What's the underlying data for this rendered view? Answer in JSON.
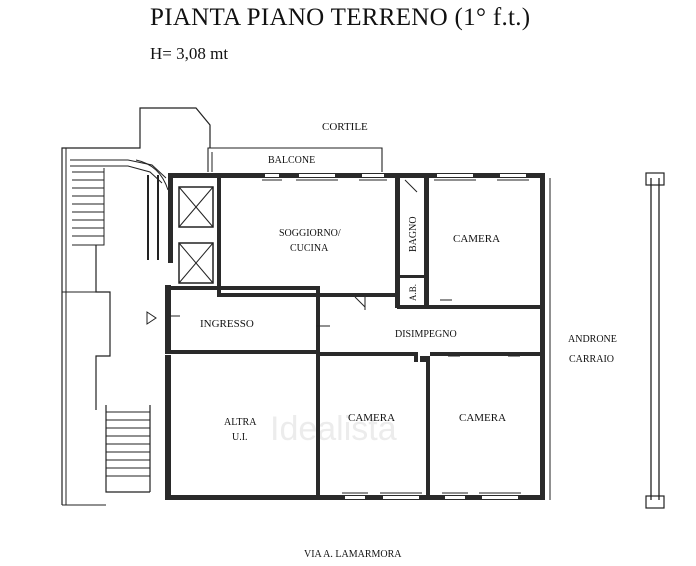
{
  "header": {
    "title": "PIANTA PIANO TERRENO (1° f.t.)",
    "subtitle": "H= 3,08 mt"
  },
  "rooms": {
    "cortile": "CORTILE",
    "balcone": "BALCONE",
    "soggiorno_line1": "SOGGIORNO/",
    "soggiorno_line2": "CUCINA",
    "bagno": "BAGNO",
    "ab": "A.B.",
    "camera_top": "CAMERA",
    "ingresso": "INGRESSO",
    "disimpegno": "DISIMPEGNO",
    "androne_line1": "ANDRONE",
    "androne_line2": "CARRAIO",
    "altra_line1": "ALTRA",
    "altra_line2": "U.I.",
    "camera_left": "CAMERA",
    "camera_right": "CAMERA"
  },
  "street": "VIA A. LAMARMORA",
  "watermark": "Idealista"
}
